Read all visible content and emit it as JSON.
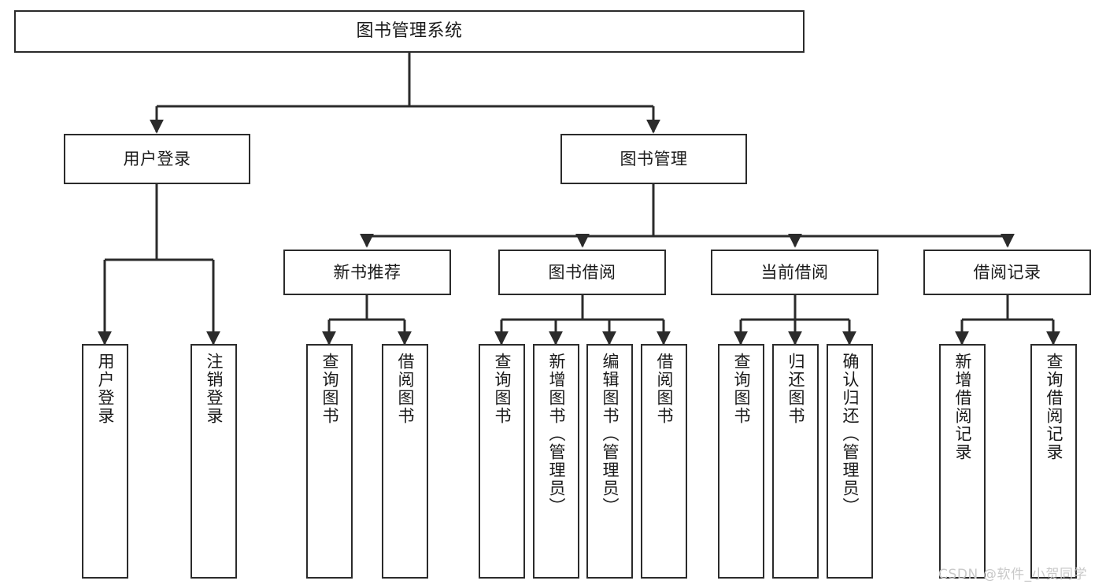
{
  "diagram": {
    "title": "图书管理系统",
    "type": "tree",
    "root": {
      "label": "图书管理系统"
    },
    "level1": [
      {
        "label": "用户登录"
      },
      {
        "label": "图书管理"
      }
    ],
    "level2": [
      {
        "label": "新书推荐"
      },
      {
        "label": "图书借阅"
      },
      {
        "label": "当前借阅"
      },
      {
        "label": "借阅记录"
      }
    ],
    "leaves": {
      "user_login": [
        {
          "label": "用户登录"
        },
        {
          "label": "注销登录"
        }
      ],
      "new_book_recommend": [
        {
          "label": "查询图书"
        },
        {
          "label": "借阅图书"
        }
      ],
      "book_borrow": [
        {
          "label": "查询图书"
        },
        {
          "label": "新增图书（管理员）"
        },
        {
          "label": "编辑图书（管理员）"
        },
        {
          "label": "借阅图书"
        }
      ],
      "current_borrow": [
        {
          "label": "查询图书"
        },
        {
          "label": "归还图书"
        },
        {
          "label": "确认归还（管理员）"
        }
      ],
      "borrow_records": [
        {
          "label": "新增借阅记录"
        },
        {
          "label": "查询借阅记录"
        }
      ]
    }
  },
  "watermark": {
    "text": "CSDN @软件_小贺同学"
  },
  "colors": {
    "background": "#ffffff",
    "box_border": "#2b2b2b",
    "box_fill": "#ffffff",
    "edge": "#2b2b2b",
    "text": "#1a1a1a",
    "watermark": "#c9c9c9"
  }
}
